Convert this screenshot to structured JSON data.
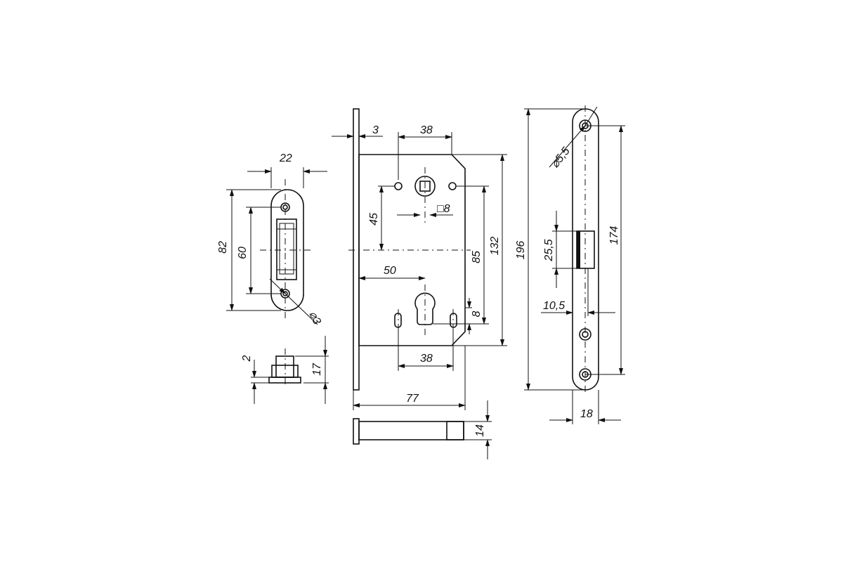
{
  "strike_plate": {
    "width": "22",
    "height": "82",
    "hole_pitch": "60",
    "hole_dia": "⌀3"
  },
  "strike_side": {
    "offset": "2",
    "depth": "17"
  },
  "lock_body": {
    "faceplate_thickness": "3",
    "spindle_to_edge": "38",
    "square_spindle": "□8",
    "spindle_offset": "45",
    "backset": "50",
    "center_distance": "85",
    "body_height": "132",
    "cylinder_width": "8",
    "cylinder_hole_pitch": "38",
    "body_depth": "77",
    "body_thickness": "14"
  },
  "faceplate": {
    "length": "196",
    "hole_pitch": "174",
    "hole_dia": "⌀5,5",
    "latch_height": "25,5",
    "latch_offset": "10,5",
    "width": "18"
  }
}
